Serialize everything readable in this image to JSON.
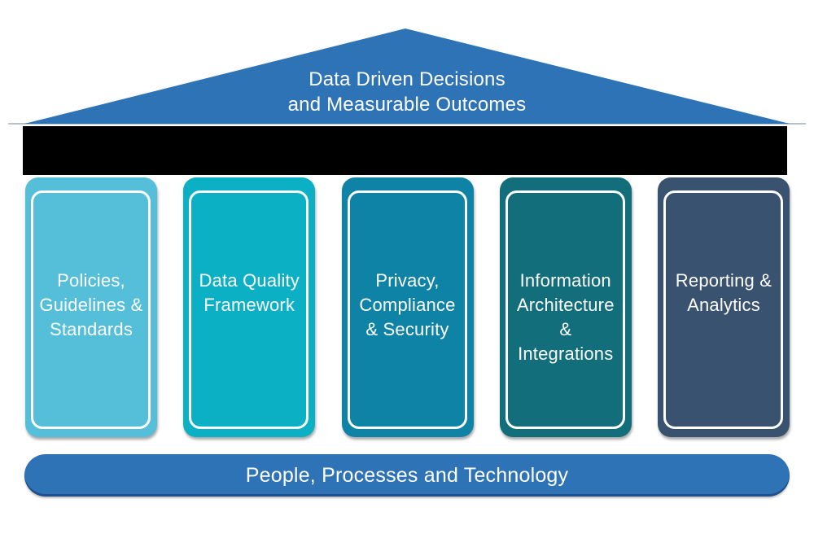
{
  "diagram": {
    "title_semantic": "data-governance-temple",
    "text_color": "#FFFFFF",
    "roof": {
      "label": "Data Driven Decisions\nand Measurable Outcomes",
      "color": "#2F73B7",
      "edge_color": "#B9C0C7"
    },
    "entablature": {
      "color": "#000000"
    },
    "pillars": [
      {
        "label": "Policies,\nGuidelines &\nStandards",
        "color": "#55BFD9"
      },
      {
        "label": "Data Quality\nFramework",
        "color": "#0BB0C5"
      },
      {
        "label": "Privacy,\nCompliance\n& Security",
        "color": "#0F83A5"
      },
      {
        "label": "Information\nArchitecture\n&\nIntegrations",
        "color": "#136E7C"
      },
      {
        "label": "Reporting &\nAnalytics",
        "color": "#38526F"
      }
    ],
    "base": {
      "label": "People, Processes and Technology",
      "color": "#2F73B7"
    }
  }
}
